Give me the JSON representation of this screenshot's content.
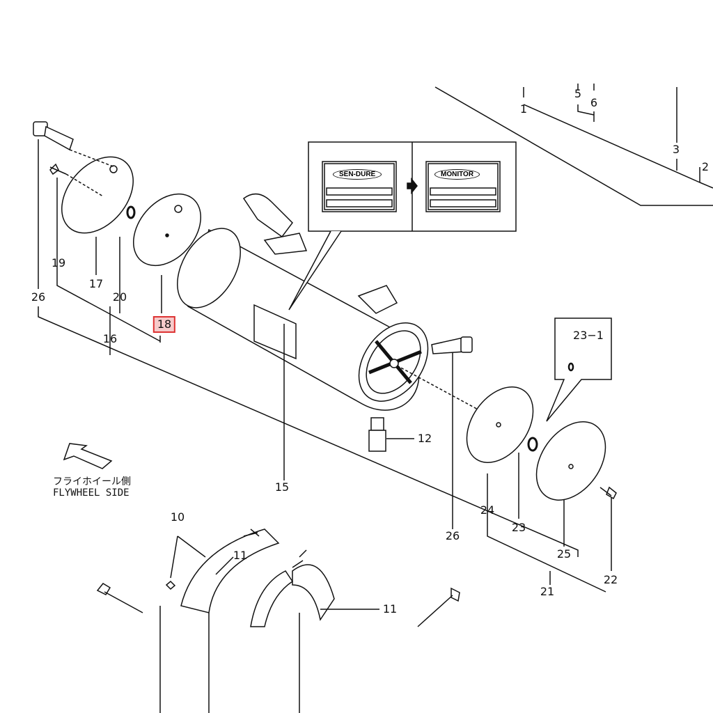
{
  "diagram": {
    "highlight_color": "#d33333",
    "callout": {
      "left_plate": "SEN-DURE",
      "right_plate": "MONITOR"
    },
    "direction_note": {
      "japanese": "フライホイール側",
      "english": "FLYWHEEL SIDE"
    },
    "part_labels": {
      "p1": "1",
      "p5": "5",
      "p6": "6",
      "p3": "3",
      "p2": "2",
      "p19": "19",
      "p17": "17",
      "p20": "20",
      "p26a": "26",
      "p18": "18",
      "p16": "16",
      "p15": "15",
      "p12": "12",
      "p23_1": "23−1",
      "p24": "24",
      "p23": "23",
      "p26b": "26",
      "p25": "25",
      "p22": "22",
      "p21": "21",
      "p10": "10",
      "p11a": "11",
      "p11b": "11"
    },
    "selected_part": "18"
  }
}
